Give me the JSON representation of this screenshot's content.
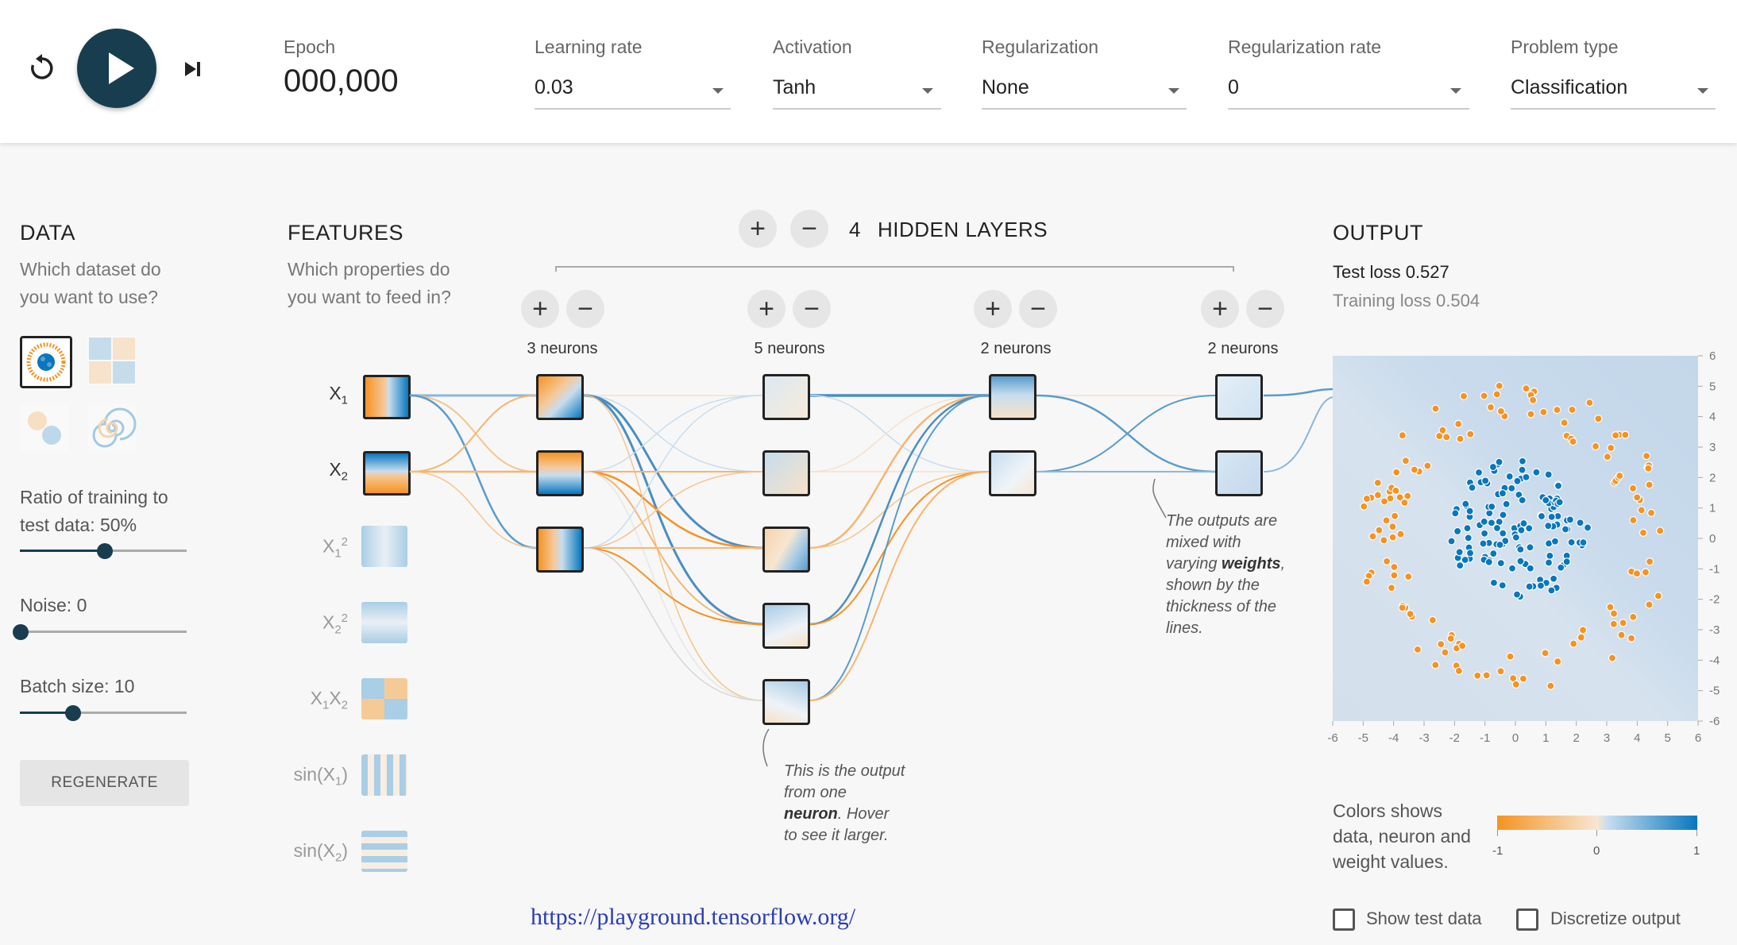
{
  "controls": {
    "epoch_label": "Epoch",
    "epoch_value": "000,000",
    "learning_rate_label": "Learning rate",
    "learning_rate_value": "0.03",
    "activation_label": "Activation",
    "activation_value": "Tanh",
    "regularization_label": "Regularization",
    "regularization_value": "None",
    "regularization_rate_label": "Regularization rate",
    "regularization_rate_value": "0",
    "problem_type_label": "Problem type",
    "problem_type_value": "Classification"
  },
  "data_panel": {
    "title": "DATA",
    "subtitle_line1": "Which dataset do",
    "subtitle_line2": "you want to use?",
    "ratio_label_line1": "Ratio of training to",
    "ratio_label_line2": "test data:  50%",
    "ratio_value_percent": 50,
    "noise_label": "Noise:  0",
    "noise_value": 0,
    "batch_label": "Batch size:  10",
    "batch_value": 10,
    "regenerate_label": "REGENERATE"
  },
  "features_panel": {
    "title": "FEATURES",
    "subtitle_line1": "Which properties do",
    "subtitle_line2": "you want to feed in?",
    "features": [
      {
        "base": "X",
        "sub": "1",
        "sup": "",
        "active": true
      },
      {
        "base": "X",
        "sub": "2",
        "sup": "",
        "active": true
      },
      {
        "base": "X",
        "sub": "1",
        "sup": "2",
        "active": false
      },
      {
        "base": "X",
        "sub": "2",
        "sup": "2",
        "active": false
      },
      {
        "base": "X",
        "sub": "1",
        "base2": "X",
        "sub2": "2",
        "active": false
      },
      {
        "base": "sin(X",
        "sub": "1",
        "tail": ")",
        "active": false
      },
      {
        "base": "sin(X",
        "sub": "2",
        "tail": ")",
        "active": false
      }
    ]
  },
  "network": {
    "hidden_layers_count": "4",
    "hidden_layers_label": "HIDDEN LAYERS",
    "layers": [
      {
        "neurons_label": "3 neurons"
      },
      {
        "neurons_label": "5 neurons"
      },
      {
        "neurons_label": "2 neurons"
      },
      {
        "neurons_label": "2 neurons"
      }
    ],
    "plus_symbol": "+",
    "minus_symbol": "−",
    "note_weights": [
      "The outputs are",
      "mixed with",
      "varying ",
      "weights",
      ",",
      "shown by the",
      "thickness of the",
      "lines."
    ],
    "note_neuron": [
      "This is the output",
      "from one",
      "neuron",
      ". Hover",
      "to see it larger."
    ]
  },
  "output_panel": {
    "title": "OUTPUT",
    "test_loss": "Test loss 0.527",
    "training_loss": "Training loss 0.504",
    "y_ticks": [
      "6",
      "5",
      "4",
      "3",
      "2",
      "1",
      "0",
      "-1",
      "-2",
      "-3",
      "-4",
      "-5",
      "-6"
    ],
    "x_ticks": [
      "-6",
      "-5",
      "-4",
      "-3",
      "-2",
      "-1",
      "0",
      "1",
      "2",
      "3",
      "4",
      "5",
      "6"
    ],
    "legend_text_line1": "Colors shows",
    "legend_text_line2": "data, neuron and",
    "legend_text_line3": "weight values.",
    "legend_min": "-1",
    "legend_mid": "0",
    "legend_max": "1",
    "show_test_data_label": "Show test data",
    "discretize_label": "Discretize output"
  },
  "colors": {
    "orange": "#f59322",
    "blue": "#0877bd",
    "dark": "#183d4e"
  },
  "footer_url": "https://playground.tensorflow.org/"
}
